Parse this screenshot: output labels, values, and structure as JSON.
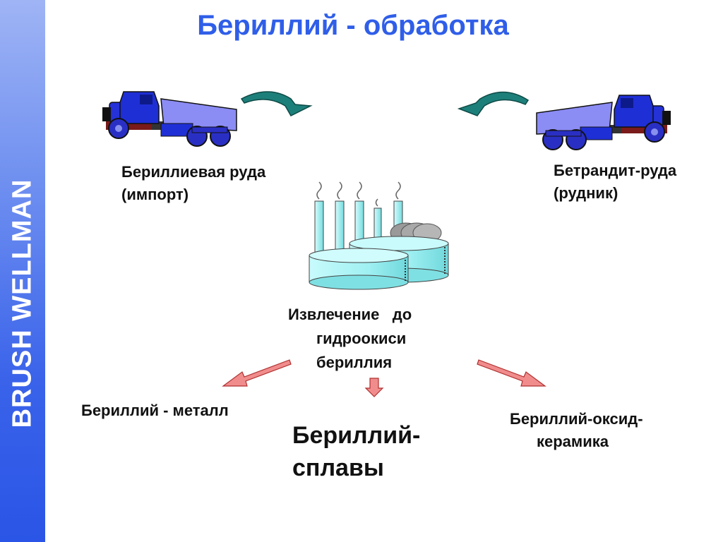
{
  "sidebar": {
    "brand": "BRUSH WELLMAN"
  },
  "title": "Бериллий - обработка",
  "sources": {
    "left": {
      "line1": "Бериллиевая руда",
      "line2": "(импорт)"
    },
    "right": {
      "line1": "Бетрандит-руда",
      "line2": "(рудник)"
    }
  },
  "process": {
    "line1": "Извлечение   до",
    "line2": "гидроокиси",
    "line3": "бериллия"
  },
  "outputs": {
    "metal": "Бериллий - металл",
    "alloys": {
      "line1": "Бериллий-",
      "line2": "сплавы"
    },
    "ceramic": {
      "line1": "Бериллий-оксид-",
      "line2": "керамика"
    }
  },
  "colors": {
    "sidebar": "#3a63ea",
    "title": "#2f5ee8",
    "truck_cab": "#1f2fd6",
    "truck_bed": "#8c8cf5",
    "curved_arrow": "#1d7f7a",
    "output_arrow": "#f08c8c",
    "plant": "#9ff0f2"
  },
  "icons": [
    "truck-icon",
    "factory-icon",
    "curved-arrow-icon",
    "arrow-icon"
  ]
}
